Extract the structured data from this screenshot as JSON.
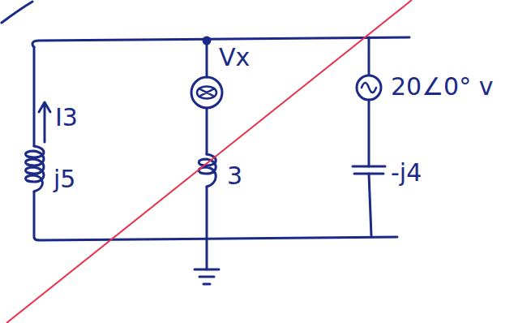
{
  "diagram": {
    "labels": [
      "Vx",
      "I3",
      "j5",
      "3",
      "20∠0° v",
      "-j4"
    ]
  }
}
